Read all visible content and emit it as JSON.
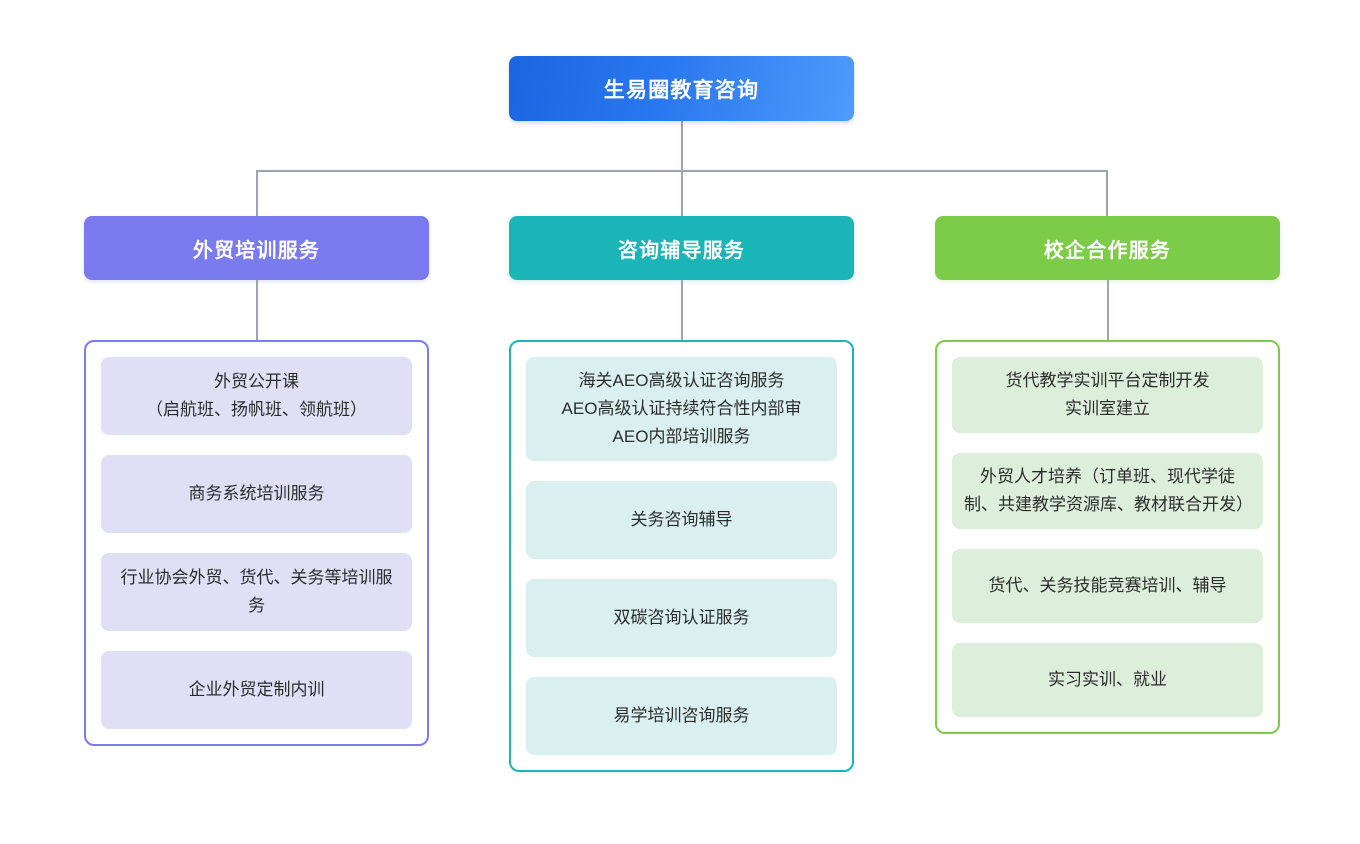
{
  "diagram": {
    "type": "organization-chart",
    "root": {
      "label": "生易圈教育咨询",
      "color": "#2a78ef"
    },
    "connector_color": "#9aa5b1",
    "branches": [
      {
        "id": "waimao-peixun",
        "header": "外贸培训服务",
        "header_color": "#7b7bf0",
        "border_color": "#7b7bf0",
        "card_color": "#e0dff5",
        "items": [
          "外贸公开课\n（启航班、扬帆班、领航班）",
          "商务系统培训服务",
          "行业协会外贸、货代、关务等培训服务",
          "企业外贸定制内训"
        ]
      },
      {
        "id": "zixun-fudao",
        "header": "咨询辅导服务",
        "header_color": "#1bb5b8",
        "border_color": "#1bb5b8",
        "card_color": "#daf0f0",
        "items": [
          "海关AEO高级认证咨询服务\nAEO高级认证持续符合性内部审\nAEO内部培训服务",
          "关务咨询辅导",
          "双碳咨询认证服务",
          "易学培训咨询服务"
        ]
      },
      {
        "id": "xiaoqi-hezuo",
        "header": "校企合作服务",
        "header_color": "#7ccc48",
        "border_color": "#7ccc48",
        "card_color": "#dcefdb",
        "items": [
          "货代教学实训平台定制开发\n实训室建立",
          "外贸人才培养（订单班、现代学徒制、共建教学资源库、教材联合开发）",
          "货代、关务技能竞赛培训、辅导",
          "实习实训、就业"
        ]
      }
    ]
  }
}
